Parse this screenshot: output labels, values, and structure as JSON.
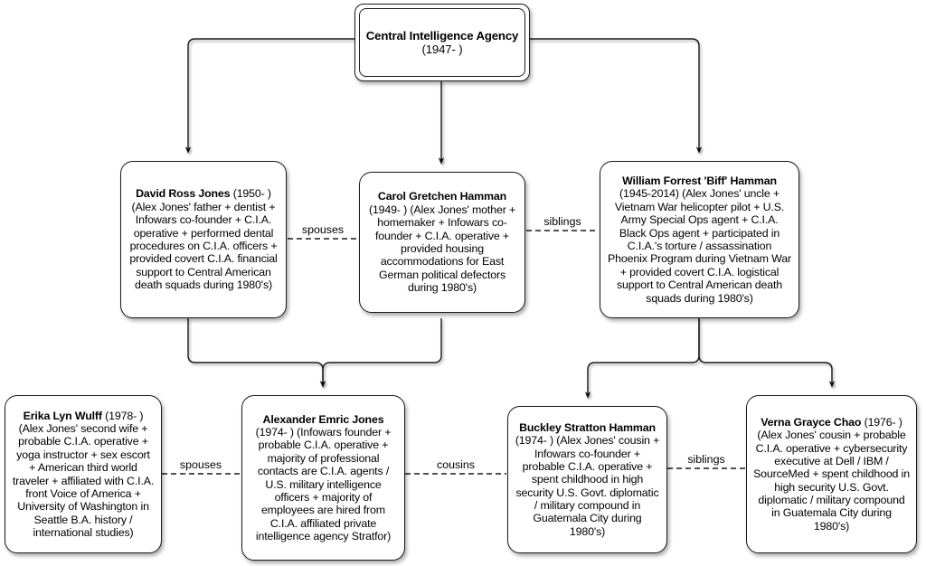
{
  "diagram": {
    "title_node": {
      "name": "Central Intelligence Agency",
      "years": "(1947- )"
    },
    "nodes": [
      {
        "id": "david",
        "name": "David Ross Jones",
        "detail": " (1950- ) (Alex Jones' father + dentist + Infowars co-founder + C.I.A. operative + performed dental procedures on C.I.A. officers + provided covert C.I.A. financial support to Central American death squads during 1980's)"
      },
      {
        "id": "carol",
        "name": "Carol Gretchen Hamman",
        "detail": " (1949- ) (Alex Jones' mother + homemaker + Infowars co-founder + C.I.A. operative + provided housing accommodations for East German political defectors during 1980's)"
      },
      {
        "id": "william",
        "name": "William Forrest 'Biff' Hamman",
        "detail": " (1945-2014) (Alex Jones' uncle + Vietnam War helicopter pilot + U.S. Army Special Ops agent + C.I.A. Black Ops agent + participated in C.I.A.'s torture / assassination Phoenix Program during Vietnam War + provided covert C.I.A. logistical support to Central American death squads during 1980's)"
      },
      {
        "id": "erika",
        "name": "Erika Lyn Wulff",
        "detail": " (1978- ) (Alex Jones' second wife + probable C.I.A. operative + yoga instructor + sex escort + American third world traveler + affiliated with C.I.A. front Voice of America + University of Washington in Seattle B.A. history / international studies)"
      },
      {
        "id": "alexander",
        "name": "Alexander Emric Jones",
        "detail": " (1974- ) (Infowars founder + probable C.I.A. operative + majority of professional contacts are C.I.A. agents / U.S. military intelligence officers + majority of employees are hired from C.I.A. affiliated private intelligence agency Stratfor)"
      },
      {
        "id": "buckley",
        "name": "Buckley Stratton Hamman",
        "detail": " (1974- ) (Alex Jones' cousin + Infowars co-founder + probable C.I.A. operative + spent childhood in high security U.S. Govt. diplomatic / military compound in Guatemala City during 1980's)"
      },
      {
        "id": "verna",
        "name": "Verna Grayce Chao",
        "detail": " (1976- ) (Alex Jones' cousin + probable C.I.A. operative + cybersecurity executive at Dell / IBM / SourceMed + spent childhood in high security U.S. Govt. diplomatic / military compound in Guatemala City during 1980's)"
      }
    ],
    "edge_labels": [
      {
        "id": "spouses-top",
        "label": "spouses"
      },
      {
        "id": "siblings-top",
        "label": "siblings"
      },
      {
        "id": "spouses-bottom",
        "label": "spouses"
      },
      {
        "id": "cousins-bottom",
        "label": "cousins"
      },
      {
        "id": "siblings-bottom",
        "label": "siblings"
      }
    ],
    "colors": {
      "stroke": "#1a1a1a",
      "background": "#ffffff",
      "text": "#000000"
    }
  }
}
